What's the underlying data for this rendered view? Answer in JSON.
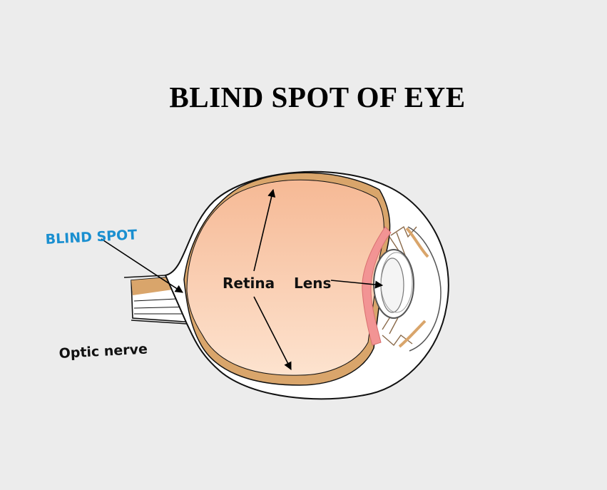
{
  "title": "BLIND SPOT OF EYE",
  "labels": {
    "blind_spot": "BLIND SPOT",
    "retina": "Retina",
    "lens": "Lens",
    "optic_nerve": "Optic nerve"
  },
  "colors": {
    "background": "#ececec",
    "vitreous": "#f7bf9d",
    "choroid": "#d9a56b",
    "iris": "#f29494",
    "blind_spot_label": "#1a8fd0",
    "outline": "#111111"
  }
}
